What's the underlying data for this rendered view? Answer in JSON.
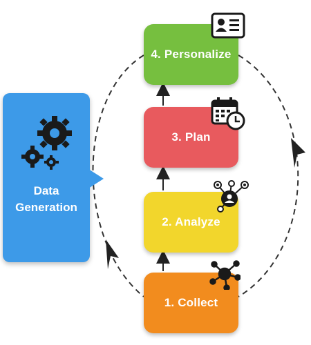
{
  "colors": {
    "collect": "#f28c1e",
    "analyze": "#f2d62c",
    "plan": "#e85a5e",
    "personalize": "#76bf3f",
    "callout": "#3d9ae8",
    "line": "#333333",
    "icon": "#1a1a1a"
  },
  "steps": [
    {
      "id": "collect",
      "label": "1. Collect",
      "icon": "network-hub-icon"
    },
    {
      "id": "analyze",
      "label": "2. Analyze",
      "icon": "user-connections-icon"
    },
    {
      "id": "plan",
      "label": "3. Plan",
      "icon": "calendar-clock-icon"
    },
    {
      "id": "personalize",
      "label": "4. Personalize",
      "icon": "id-card-icon"
    }
  ],
  "callout": {
    "line1": "Data",
    "line2": "Generation",
    "icon": "gears-icon"
  }
}
